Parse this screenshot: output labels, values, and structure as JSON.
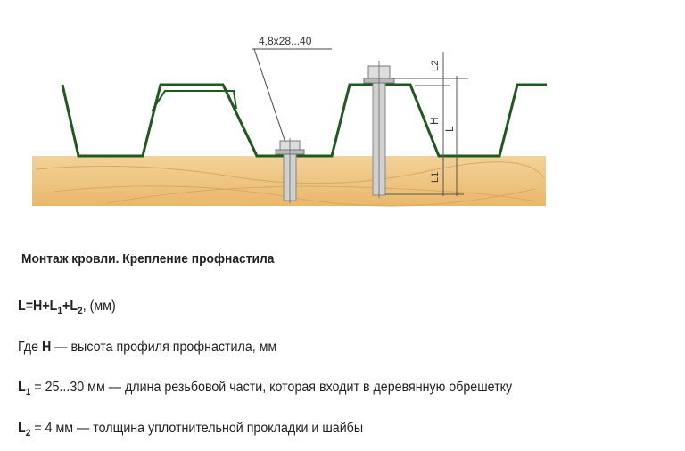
{
  "diagram": {
    "screw_label": "4,8x28...40",
    "dim_labels": {
      "L2": "L2",
      "H": "H",
      "L": "L",
      "L1": "L1"
    }
  },
  "caption": {
    "title": "Монтаж кровли. Крепление профнастила",
    "formula": {
      "lhs": "L=H+L",
      "s1": "1",
      "plus": "+L",
      "s2": "2",
      "unit": ", (мм)"
    },
    "line_h": {
      "prefix": "Где ",
      "sym": "H",
      "text": " — высота профиля профнастила, мм"
    },
    "line_l1": {
      "sym": "L",
      "sub": "1",
      "text": " = 25...30 мм — длина резьбовой части, которая входит в деревянную обрешетку"
    },
    "line_l2": {
      "sym": "L",
      "sub": "2",
      "text": " = 4 мм — толщина уплотнительной прокладки и шайбы"
    }
  },
  "colors": {
    "profile": "#1e5a1e",
    "wood": "#f0c98a",
    "screw": "#c8c8c8"
  }
}
